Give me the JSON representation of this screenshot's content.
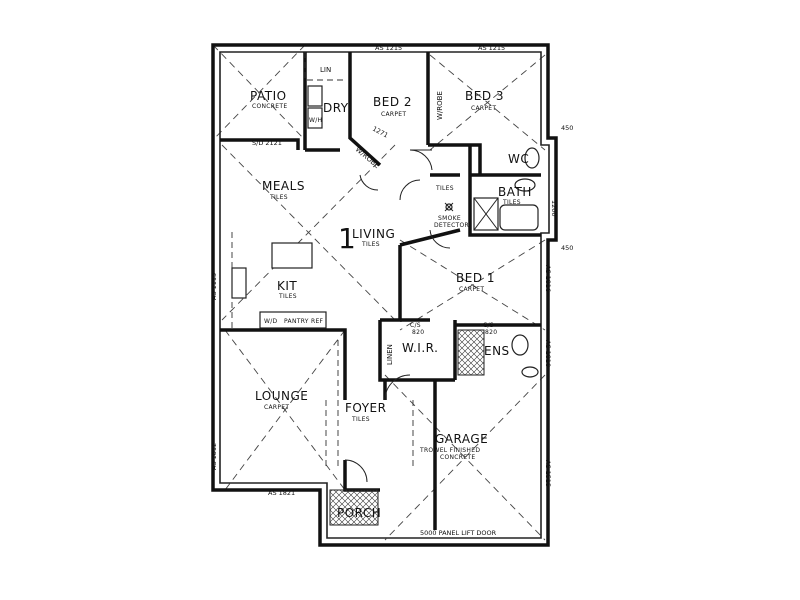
{
  "rooms": {
    "patio": "PATIO",
    "patio_sub": "CONCRETE",
    "lin": "LIN",
    "dry": "DRY",
    "w_h": "W/H",
    "bed2": "BED 2",
    "bed2_sub": "CARPET",
    "bed3": "BED 3",
    "bed3_sub": "CARPET",
    "w_robe": "W/ROBE",
    "wc": "WC",
    "bath": "BATH",
    "bath_sub": "TILES",
    "tiles": "TILES",
    "meals": "MEALS",
    "meals_sub": "TILES",
    "living_num": "1",
    "living": "LIVING",
    "living_sub": "TILES",
    "kit": "KIT",
    "kit_sub": "TILES",
    "wd": "W/D",
    "pantry": "PANTRY",
    "ref": "REF",
    "bed1": "BED 1",
    "bed1_sub": "CARPET",
    "linen": "LINEN",
    "wir": "W.I.R.",
    "ens": "ENS",
    "lounge": "LOUNGE",
    "lounge_sub": "CARPET",
    "foyer": "FOYER",
    "foyer_sub": "TILES",
    "garage": "GARAGE",
    "garage_sub1": "TROWEL FINISHED",
    "garage_sub2": "CONCRETE",
    "porch": "PORCH",
    "smoke": "SMOKE",
    "detector": "DETECTOR",
    "cs1": "C/S",
    "cs1_dim": "820",
    "cs2": "C/S",
    "cs2_dim": "820"
  },
  "dimensions": {
    "top1": "AS 1215",
    "top2": "AS 1215",
    "sd": "S/D 2121",
    "right1": "450",
    "right2": "450",
    "left1": "AS 1115",
    "left2": "AS 1812",
    "bottom": "AS 1821",
    "garage_door": "5000 PANEL LIFT DOOR",
    "rt_a": "1200",
    "rt_b": "AS 1816",
    "rt_c": "AS 1810",
    "rt_d": "AS 1515",
    "diag_a": "1271"
  }
}
